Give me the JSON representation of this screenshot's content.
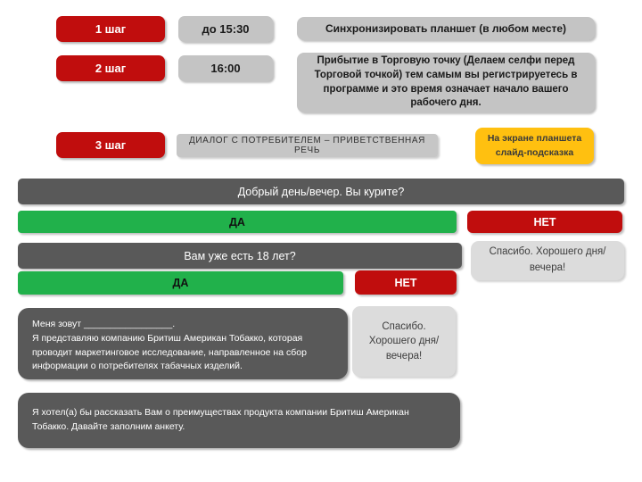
{
  "steps": [
    {
      "label": "1 шаг",
      "time": "до 15:30",
      "action": "Синхронизировать планшет (в любом месте)"
    },
    {
      "label": "2 шаг",
      "time": "16:00",
      "action": "Прибытие в Торговую точку  (Делаем селфи перед Торговой точкой) тем самым вы регистрируетесь в программе и это время означает начало вашего рабочего дня."
    },
    {
      "label": "3 шаг",
      "action": "ДИАЛОГ С ПОТРЕБИТЕЛЕМ – ПРИВЕТСТВЕННАЯ РЕЧЬ",
      "hint": "На экране планшета слайд-подсказка"
    }
  ],
  "flow": {
    "question1": "Добрый день/вечер. Вы курите?",
    "question2": "Вам уже есть 18 лет?",
    "yes_label": "ДА",
    "no_label": "НЕТ",
    "thanks": "Спасибо. Хорошего дня/вечера!",
    "intro_line1": "Меня зовут _________________.",
    "intro_line2": "Я представляю компанию Бритиш Американ Тобакко, которая проводит маркетинговое исследование, направленное на сбор информации о потребителях табачных изделий.",
    "pitch": "Я хотел(а) бы рассказать Вам о преимуществах продукта компании Бритиш Американ Тобакко. Давайте заполним анкету."
  },
  "colors": {
    "step_red": "#c00d0d",
    "chip_gray": "#c4c4c4",
    "dark_gray": "#595959",
    "green": "#21b14b",
    "yellow": "#ffc010",
    "light_gray": "#dcdcdc"
  }
}
